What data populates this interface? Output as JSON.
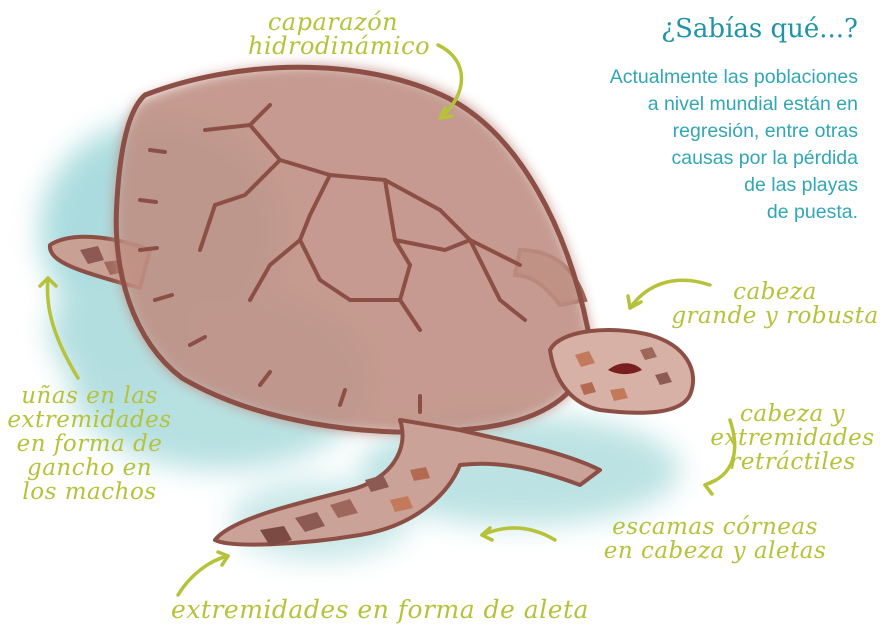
{
  "info": {
    "title": "¿Sabías qué...?",
    "lines": [
      "Actualmente las poblaciones",
      "a nivel mundial están en",
      "regresión, entre otras",
      "causas por la pérdida",
      "de las playas",
      "de puesta."
    ]
  },
  "labels": {
    "carapace": [
      "caparazón",
      "hidrodinámico"
    ],
    "head": [
      "cabeza",
      "grande y robusta"
    ],
    "claws": [
      "uñas en las",
      "extremidades",
      "en forma de",
      "gancho en",
      "los machos"
    ],
    "retractile": [
      "cabeza y",
      "extremidades",
      "retráctiles"
    ],
    "scales": [
      "escamas córneas",
      "en cabeza y aletas"
    ],
    "flippers": [
      "extremidades en forma de aleta"
    ]
  },
  "colors": {
    "label_green": "#b5c23a",
    "title_teal": "#1f94a6",
    "text_teal": "#31a6b5",
    "shell_brown": "#b0786a",
    "outline_brown": "#8c4f45",
    "water_teal": "#7fcbd0"
  }
}
